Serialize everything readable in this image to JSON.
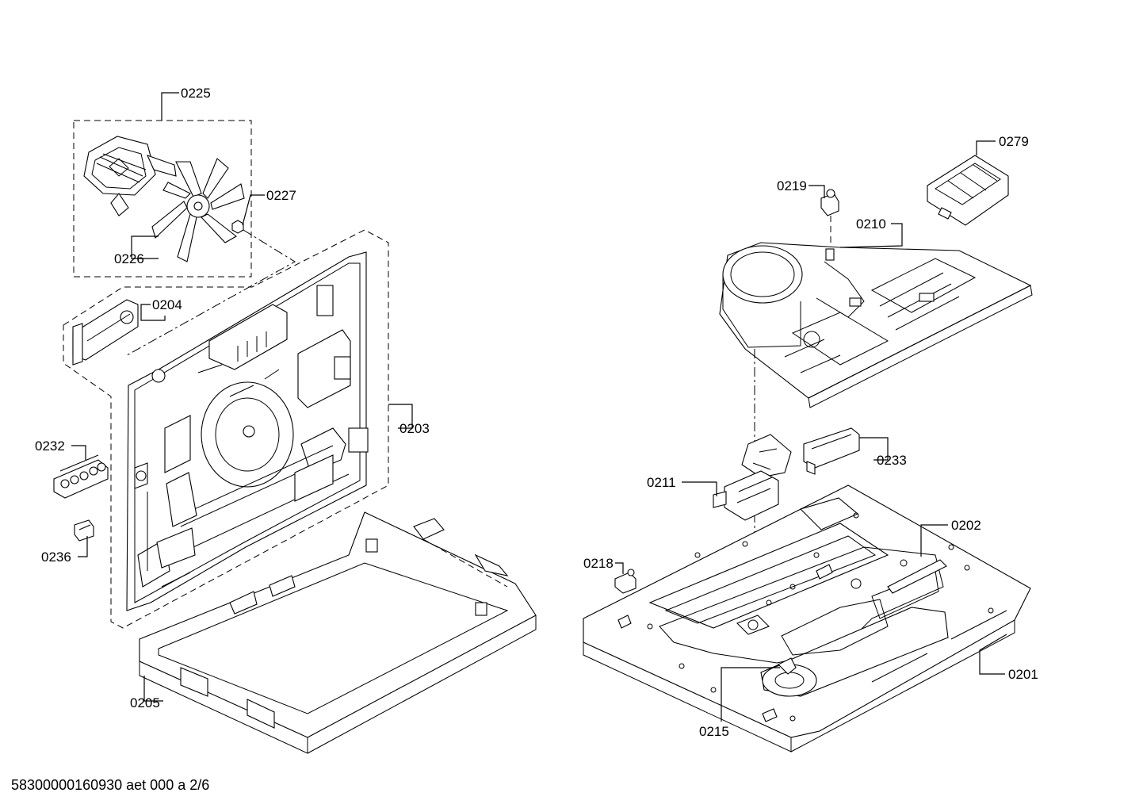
{
  "parts": {
    "p0225": "0225",
    "p0227": "0227",
    "p0226": "0226",
    "p0204": "0204",
    "p0203": "0203",
    "p0232": "0232",
    "p0236": "0236",
    "p0205": "0205",
    "p0279": "0279",
    "p0219": "0219",
    "p0210": "0210",
    "p0233": "0233",
    "p0211": "0211",
    "p0202": "0202",
    "p0218": "0218",
    "p0201": "0201",
    "p0215": "0215"
  },
  "footer": "58300000160930 aet 000 a 2/6"
}
